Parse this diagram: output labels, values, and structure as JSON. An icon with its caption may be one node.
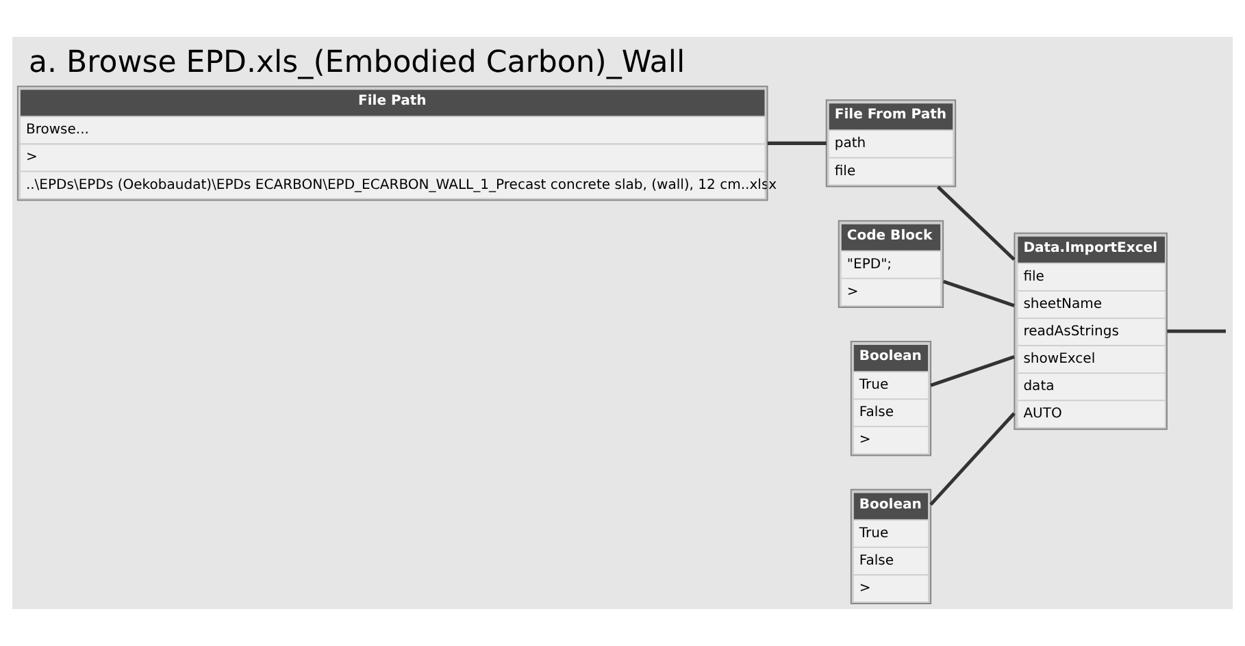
{
  "diagram": {
    "title": "a. Browse EPD.xls_(Embodied Carbon)_Wall",
    "nodes": [
      {
        "text": [
          "File Path",
          "Browse...",
          ">",
          "..\\EPDs\\EPDs (Oekobaudat)\\EPDs ECARBON\\EPD_ECARBON_WALL_1_Precast concrete slab, (wall), 12 cm..xlsx"
        ]
      },
      {
        "text": [
          "File From Path",
          "path",
          "file"
        ]
      },
      {
        "text": [
          "Code Block",
          "\"EPD\";",
          ">"
        ]
      },
      {
        "text": [
          "Boolean",
          "True",
          "False",
          ">"
        ]
      },
      {
        "text": [
          "Boolean",
          "True",
          "False",
          ">"
        ]
      },
      {
        "text": [
          "Data.ImportExcel",
          "file",
          "sheetName",
          "readAsStrings",
          "showExcel",
          "data",
          "AUTO"
        ]
      }
    ],
    "edges": [
      {
        "from": 0,
        "to": 1,
        "arrow": "none"
      },
      {
        "from": 1,
        "to": 5,
        "arrow": "none"
      },
      {
        "from": 2,
        "to": 5,
        "arrow": "none"
      },
      {
        "from": 3,
        "to": 5,
        "arrow": "none"
      },
      {
        "from": 4,
        "to": 5,
        "arrow": "none"
      },
      {
        "from": 5,
        "to": null,
        "arrow": "none"
      }
    ]
  }
}
